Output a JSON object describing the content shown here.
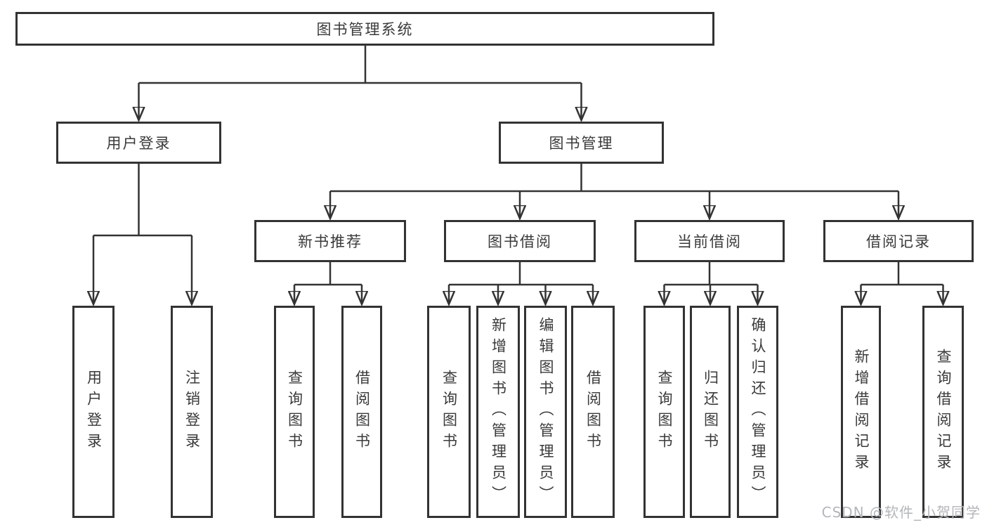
{
  "diagram": {
    "root": {
      "label": "图书管理系统"
    },
    "level2": [
      {
        "id": "user-login",
        "label": "用户登录"
      },
      {
        "id": "book-management",
        "label": "图书管理"
      }
    ],
    "level3": [
      {
        "id": "new-book-recommend",
        "label": "新书推荐"
      },
      {
        "id": "book-borrow",
        "label": "图书借阅"
      },
      {
        "id": "current-borrow",
        "label": "当前借阅"
      },
      {
        "id": "borrow-records",
        "label": "借阅记录"
      }
    ],
    "leaves": {
      "user_login": [
        {
          "label": "用户登录"
        },
        {
          "label": "注销登录"
        }
      ],
      "new_book_recommend": [
        {
          "label": "查询图书"
        },
        {
          "label": "借阅图书"
        }
      ],
      "book_borrow": [
        {
          "label": "查询图书"
        },
        {
          "label": "新增图书（管理员）"
        },
        {
          "label": "编辑图书（管理员）"
        },
        {
          "label": "借阅图书"
        }
      ],
      "current_borrow": [
        {
          "label": "查询图书"
        },
        {
          "label": "归还图书"
        },
        {
          "label": "确认归还（管理员）"
        }
      ],
      "borrow_records": [
        {
          "label": "新增借阅记录"
        },
        {
          "label": "查询借阅记录"
        }
      ]
    },
    "watermark": "CSDN @软件_小贺同学",
    "colors": {
      "line": "#333333",
      "text": "#3a3a3a",
      "watermark": "#b3b6ba",
      "background": "#ffffff"
    }
  }
}
